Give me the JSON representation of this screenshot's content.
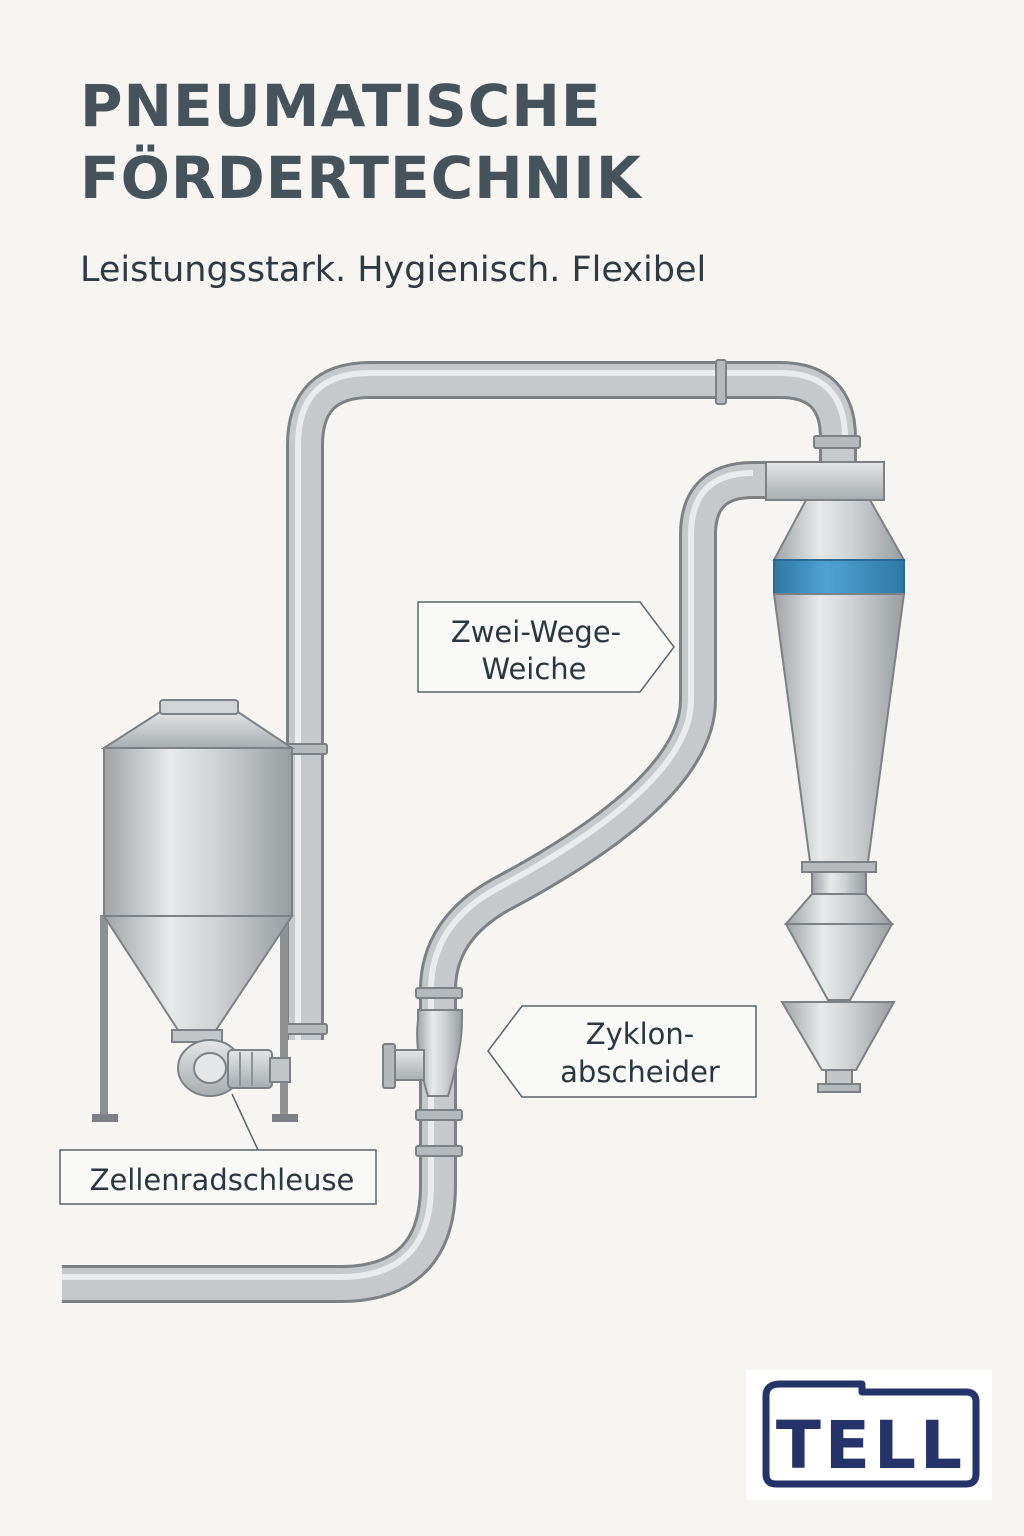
{
  "header": {
    "title_line1": "PNEUMATISCHE",
    "title_line2": "FÖRDERTECHNIK",
    "subtitle": "Leistungsstark. Hygienisch. Flexibel"
  },
  "labels": {
    "diverter": [
      "Zwei-Wege-",
      "Weiche"
    ],
    "cyclone": [
      "Zyklon-",
      "abscheider"
    ],
    "rotary_valve": "Zellenradschleuse"
  },
  "logo": {
    "text": "TELL",
    "color": "#25336a"
  },
  "colors": {
    "background": "#f6f5f2",
    "steel": "#c6c9cb",
    "steel_outline": "#7b8185",
    "accent_band": "#3f8fbe",
    "title": "#46535b"
  }
}
